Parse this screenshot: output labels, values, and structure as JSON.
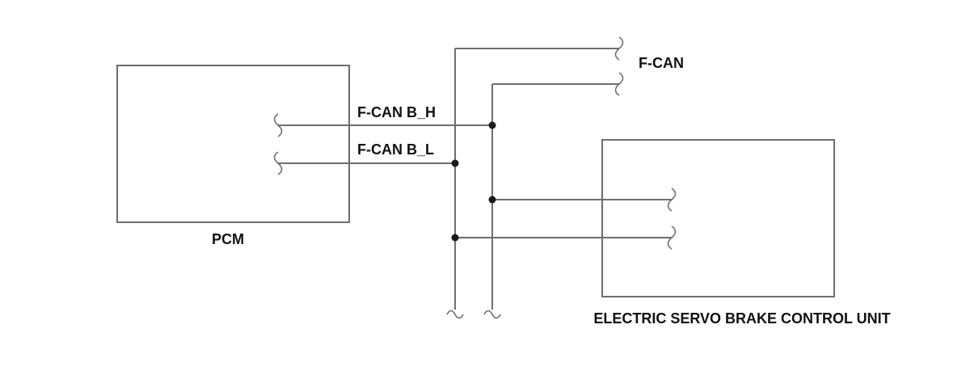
{
  "components": {
    "pcm_label": "PCM",
    "esb_label": "ELECTRIC SERVO BRAKE CONTROL UNIT"
  },
  "signals": {
    "bus_label": "F-CAN",
    "high_label": "F-CAN B_H",
    "low_label": "F-CAN B_L"
  }
}
